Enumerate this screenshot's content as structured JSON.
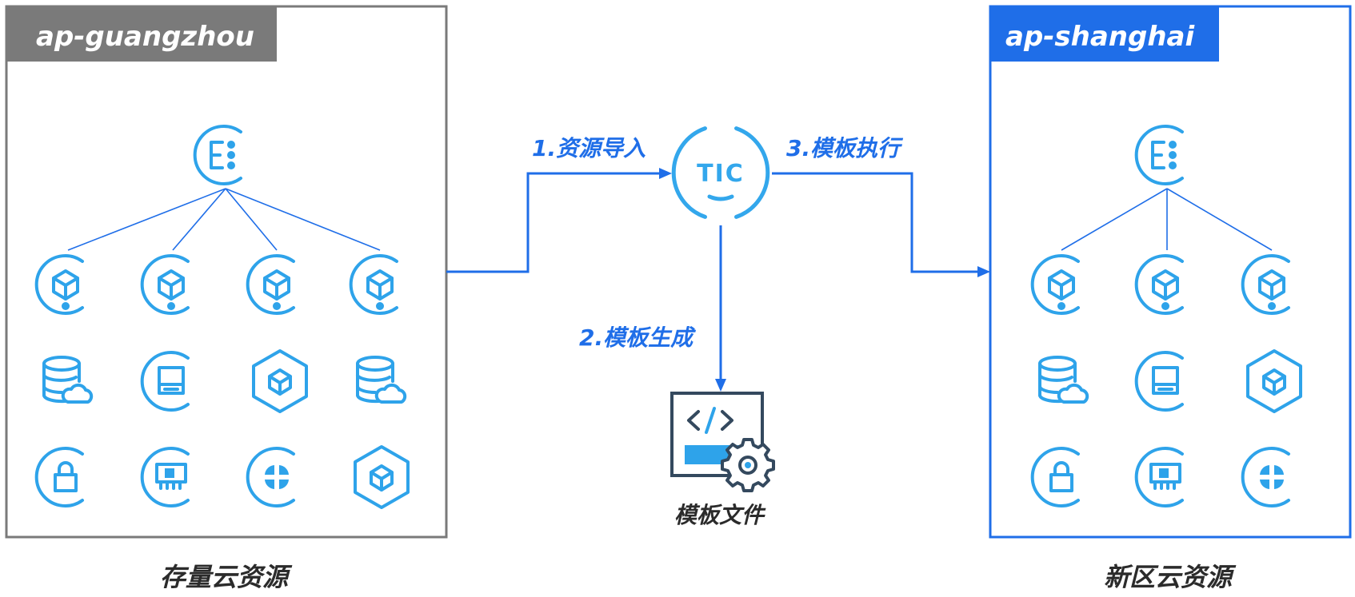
{
  "regions": {
    "source": {
      "tag": "ap-guangzhou",
      "caption": "存量云资源",
      "tag_color": "#7a7a7a",
      "border_color": "#7a7a7a"
    },
    "target": {
      "tag": "ap-shanghai",
      "caption": "新区云资源",
      "tag_color": "#1f6ee8",
      "border_color": "#1f6ee8"
    }
  },
  "center": {
    "logo_text": "TIC",
    "file_caption": "模板文件",
    "steps": {
      "import": "1.资源导入",
      "generate": "2.模板生成",
      "execute": "3.模板执行"
    }
  },
  "icons": {
    "source_root": "elastic-service-icon",
    "source_grid": [
      [
        "instance-icon",
        "instance-icon",
        "instance-icon",
        "instance-icon"
      ],
      [
        "cloud-database-icon",
        "cvm-icon",
        "hex-cube-icon",
        "cloud-database-icon"
      ],
      [
        "lock-icon",
        "memory-chip-icon",
        "network-icon",
        "hex-cube-icon"
      ]
    ],
    "target_root": "elastic-service-icon",
    "target_grid": [
      [
        "instance-icon",
        "instance-icon",
        "instance-icon"
      ],
      [
        "cloud-database-icon",
        "cvm-icon",
        "hex-cube-icon"
      ],
      [
        "lock-icon",
        "memory-chip-icon",
        "network-icon"
      ]
    ],
    "file": "code-file-settings-icon"
  },
  "colors": {
    "accent_blue": "#1f6ee8",
    "icon_blue": "#2ea3ea",
    "gray": "#7a7a7a"
  }
}
